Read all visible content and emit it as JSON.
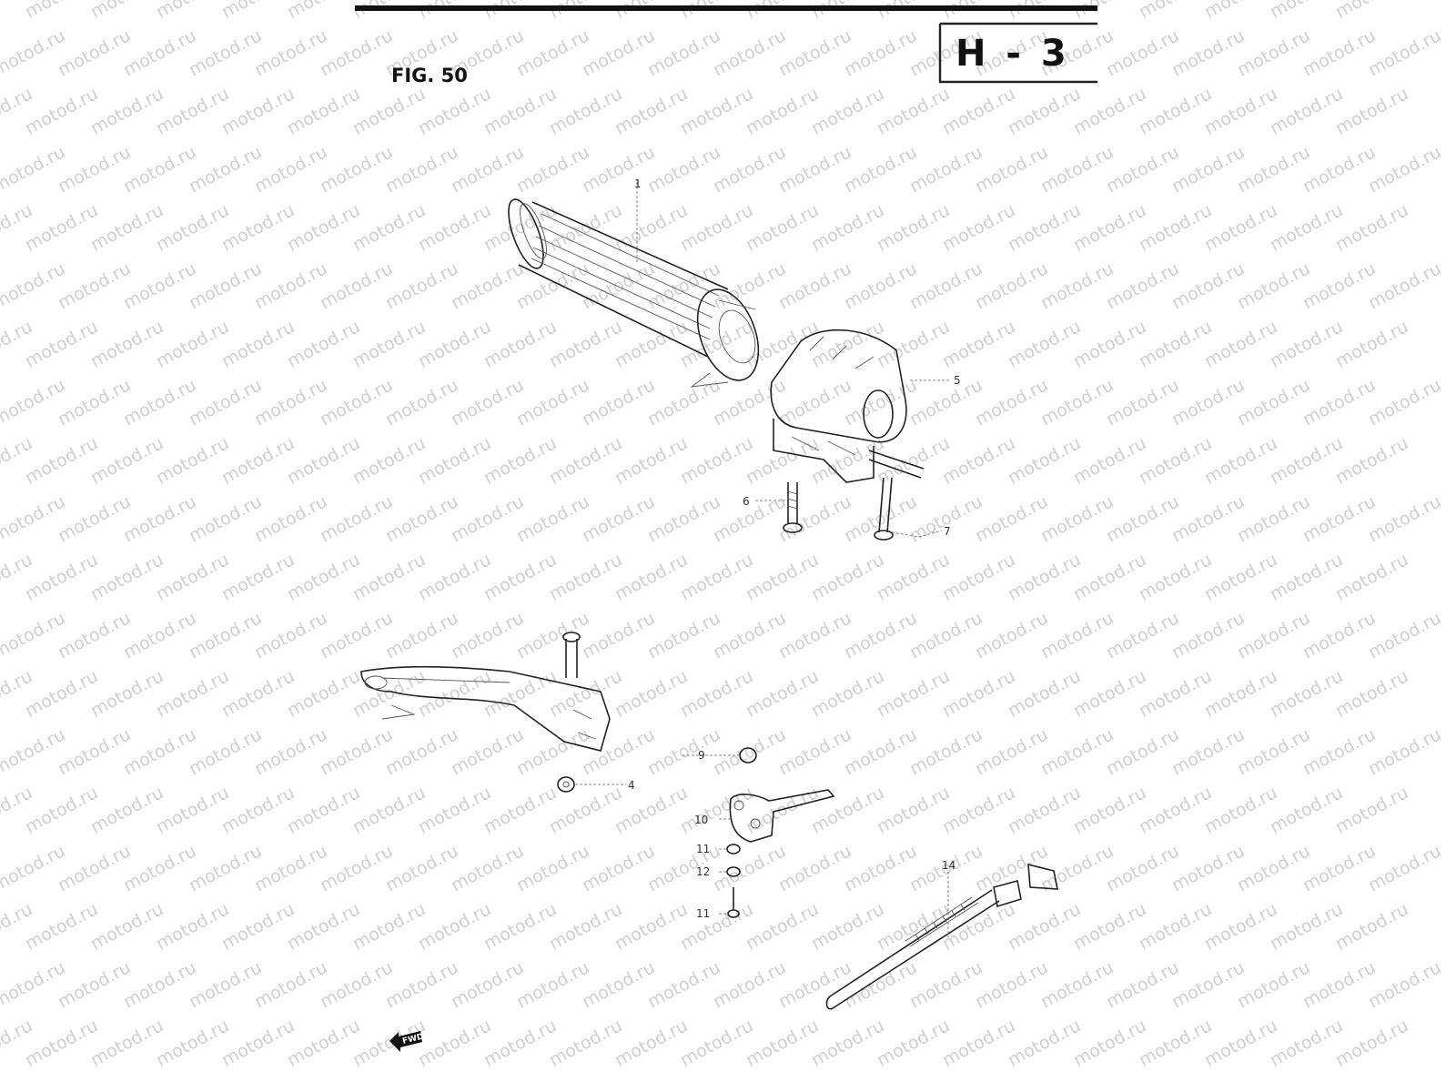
{
  "watermark": {
    "text": "motod.ru"
  },
  "figure_label": "FIG. 50",
  "section_code": "H - 3",
  "direction_marker": {
    "text": "FWD",
    "icon": "arrow-left-icon"
  },
  "callouts": [
    "1",
    "5",
    "6",
    "7",
    "4",
    "9",
    "10",
    "11",
    "12",
    "11",
    "14"
  ],
  "colors": {
    "ink": "#111111",
    "watermark": "#cfcfcf",
    "paper": "#ffffff"
  }
}
